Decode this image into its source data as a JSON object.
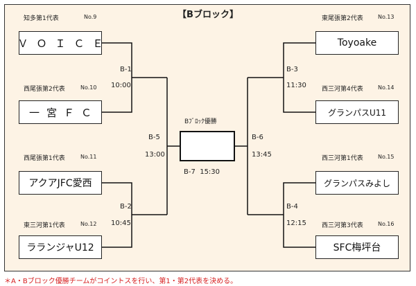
{
  "title": "【Bブロック】",
  "teams_left": [
    {
      "region": "知多第1代表",
      "no": "No.9",
      "name": "ＶＯＩＣＥ"
    },
    {
      "region": "西尾張第2代表",
      "no": "No.10",
      "name": "一宮ＦＣ"
    },
    {
      "region": "西尾張第1代表",
      "no": "No.11",
      "name": "アクアJFC愛西"
    },
    {
      "region": "東三河第1代表",
      "no": "No.12",
      "name": "ラランジャU12"
    }
  ],
  "teams_right": [
    {
      "region": "東尾張第2代表",
      "no": "No.13",
      "name": "Toyoake"
    },
    {
      "region": "西三河第4代表",
      "no": "No.14",
      "name": "グランパスU11"
    },
    {
      "region": "西三河第1代表",
      "no": "No.15",
      "name": "グランパスみよし"
    },
    {
      "region": "西三河第3代表",
      "no": "No.16",
      "name": "SFC梅坪台"
    }
  ],
  "matches": {
    "b1": {
      "id": "B-1",
      "time": "10:00"
    },
    "b2": {
      "id": "B-2",
      "time": "10:45"
    },
    "b3": {
      "id": "B-3",
      "time": "11:30"
    },
    "b4": {
      "id": "B-4",
      "time": "12:15"
    },
    "b5": {
      "id": "B-5",
      "time": "13:00"
    },
    "b6": {
      "id": "B-6",
      "time": "13:45"
    },
    "b7": {
      "id": "B-7",
      "time": "15:30"
    }
  },
  "champion_label": "Bﾌﾞﾛｯｸ優勝",
  "note": "＊A・Bブロック優勝チームがコイントスを行い、第1・第2代表を決める。"
}
